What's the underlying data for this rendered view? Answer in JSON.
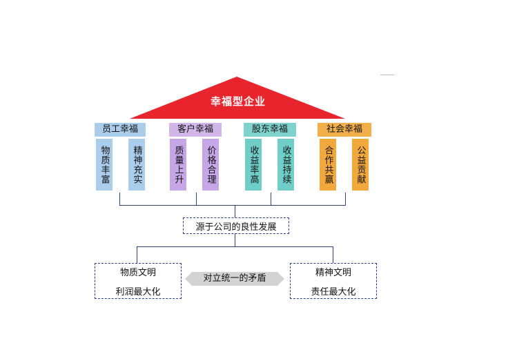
{
  "roof": {
    "title": "幸福型企业",
    "color": "#e8242d"
  },
  "categories": [
    {
      "label": "员工幸福",
      "bg": "#a9cdea",
      "pillar_bg": "#a9cdea",
      "pillars": [
        "物质丰富",
        "精神充实"
      ]
    },
    {
      "label": "客户幸福",
      "bg": "#d2b6ea",
      "pillar_bg": "#c7a6e8",
      "pillars": [
        "质量上升",
        "价格合理"
      ]
    },
    {
      "label": "股东幸福",
      "bg": "#7fd3cf",
      "pillar_bg": "#6fcfc8",
      "pillars": [
        "收益率高",
        "收益持续"
      ]
    },
    {
      "label": "社会幸福",
      "bg": "#f3b04a",
      "pillar_bg": "#f2a83a",
      "pillars": [
        "合作共赢",
        "公益贡献"
      ]
    }
  ],
  "source": "源于公司的良性发展",
  "left_box": {
    "line1": "物质文明",
    "line2": "利润最大化"
  },
  "right_box": {
    "line1": "精神文明",
    "line2": "责任最大化"
  },
  "center_label": "对立统一的矛盾",
  "colors": {
    "line": "#2a3e7a",
    "hexagon": "#d3d3d3"
  }
}
